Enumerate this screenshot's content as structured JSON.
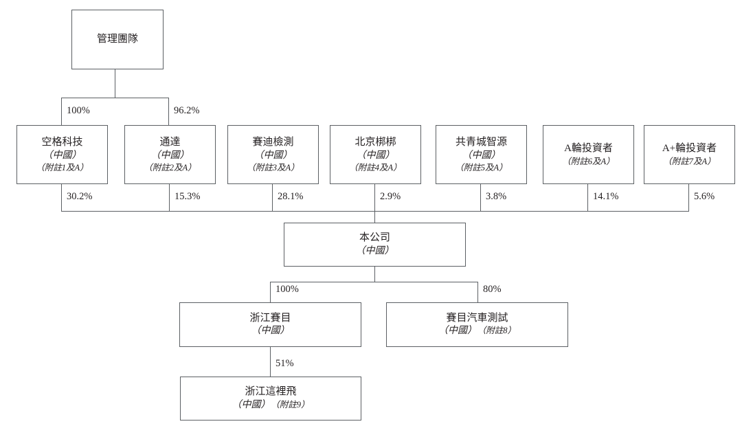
{
  "diagram": {
    "title": "Shareholding structure chart",
    "line_color": "#5b5f63",
    "text_color": "#231f20",
    "background": "#ffffff",
    "nodes": {
      "management": {
        "name": "管理團隊"
      },
      "shareholders": [
        {
          "name": "空格科技",
          "place": "（中國）",
          "note": "（附註1及A）",
          "pct": "30.2%"
        },
        {
          "name": "通達",
          "place": "（中國）",
          "note": "（附註2及A）",
          "pct": "15.3%"
        },
        {
          "name": "賽迪檢測",
          "place": "（中國）",
          "note": "（附註3及A）",
          "pct": "28.1%"
        },
        {
          "name": "北京梆梆",
          "place": "（中國）",
          "note": "（附註4及A）",
          "pct": "2.9%"
        },
        {
          "name": "共青城智源",
          "place": "（中國）",
          "note": "（附註5及A）",
          "pct": "3.8%"
        },
        {
          "name": "A輪投資者",
          "place": "",
          "note": "（附註6及A）",
          "pct": "14.1%"
        },
        {
          "name": "A+輪投資者",
          "place": "",
          "note": "（附註7及A）",
          "pct": "5.6%"
        }
      ],
      "company": {
        "name": "本公司",
        "place": "（中國）"
      },
      "subsidiaries": [
        {
          "name": "浙江賽目",
          "place": "（中國）",
          "note": "",
          "pct": "100%"
        },
        {
          "name": "賽目汽車測試",
          "place": "（中國）",
          "note": "（附註8）",
          "pct": "80%"
        }
      ],
      "sub_subsidiary": {
        "name": "浙江這裡飛",
        "place": "（中國）",
        "note": "（附註9）",
        "pct": "51%"
      }
    },
    "management_links": [
      {
        "target": "空格科技",
        "pct": "100%"
      },
      {
        "target": "通達",
        "pct": "96.2%"
      }
    ]
  }
}
